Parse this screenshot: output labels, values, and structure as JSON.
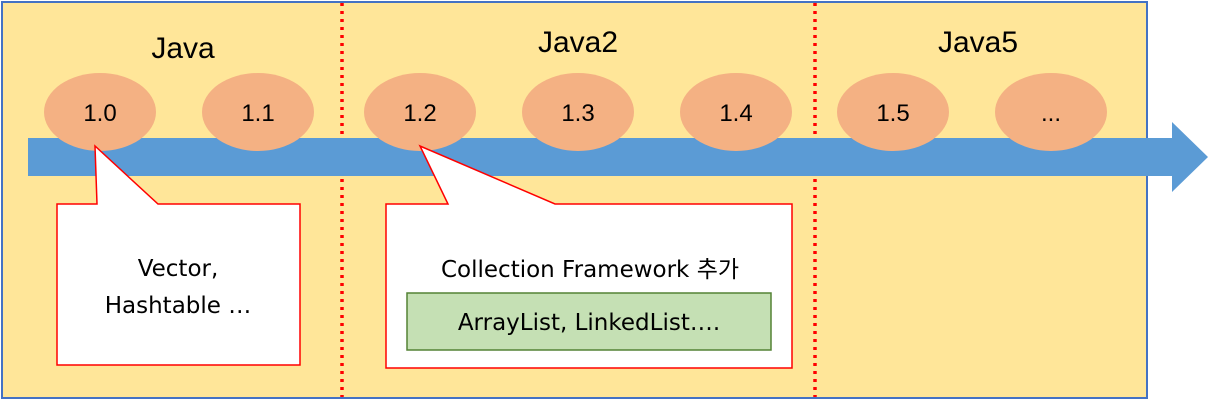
{
  "sections": [
    {
      "title": "Java"
    },
    {
      "title": "Java2"
    },
    {
      "title": "Java5"
    }
  ],
  "versions": [
    "1.0",
    "1.1",
    "1.2",
    "1.3",
    "1.4",
    "1.5",
    "..."
  ],
  "callouts": [
    {
      "lines": [
        "Vector,",
        "Hashtable …"
      ]
    },
    {
      "title": "Collection Framework 추가",
      "box": "ArrayList, LinkedList…."
    }
  ],
  "colors": {
    "background": "#FFE699",
    "border": "#4472C4",
    "divider": "#FF0000",
    "arrow": "#5B9BD5",
    "version_bubble": "#F4B183",
    "callout_fill": "#FFFFFF",
    "callout_border": "#FF0000",
    "list_box_fill": "#C5E0B4",
    "list_box_border": "#548235"
  }
}
